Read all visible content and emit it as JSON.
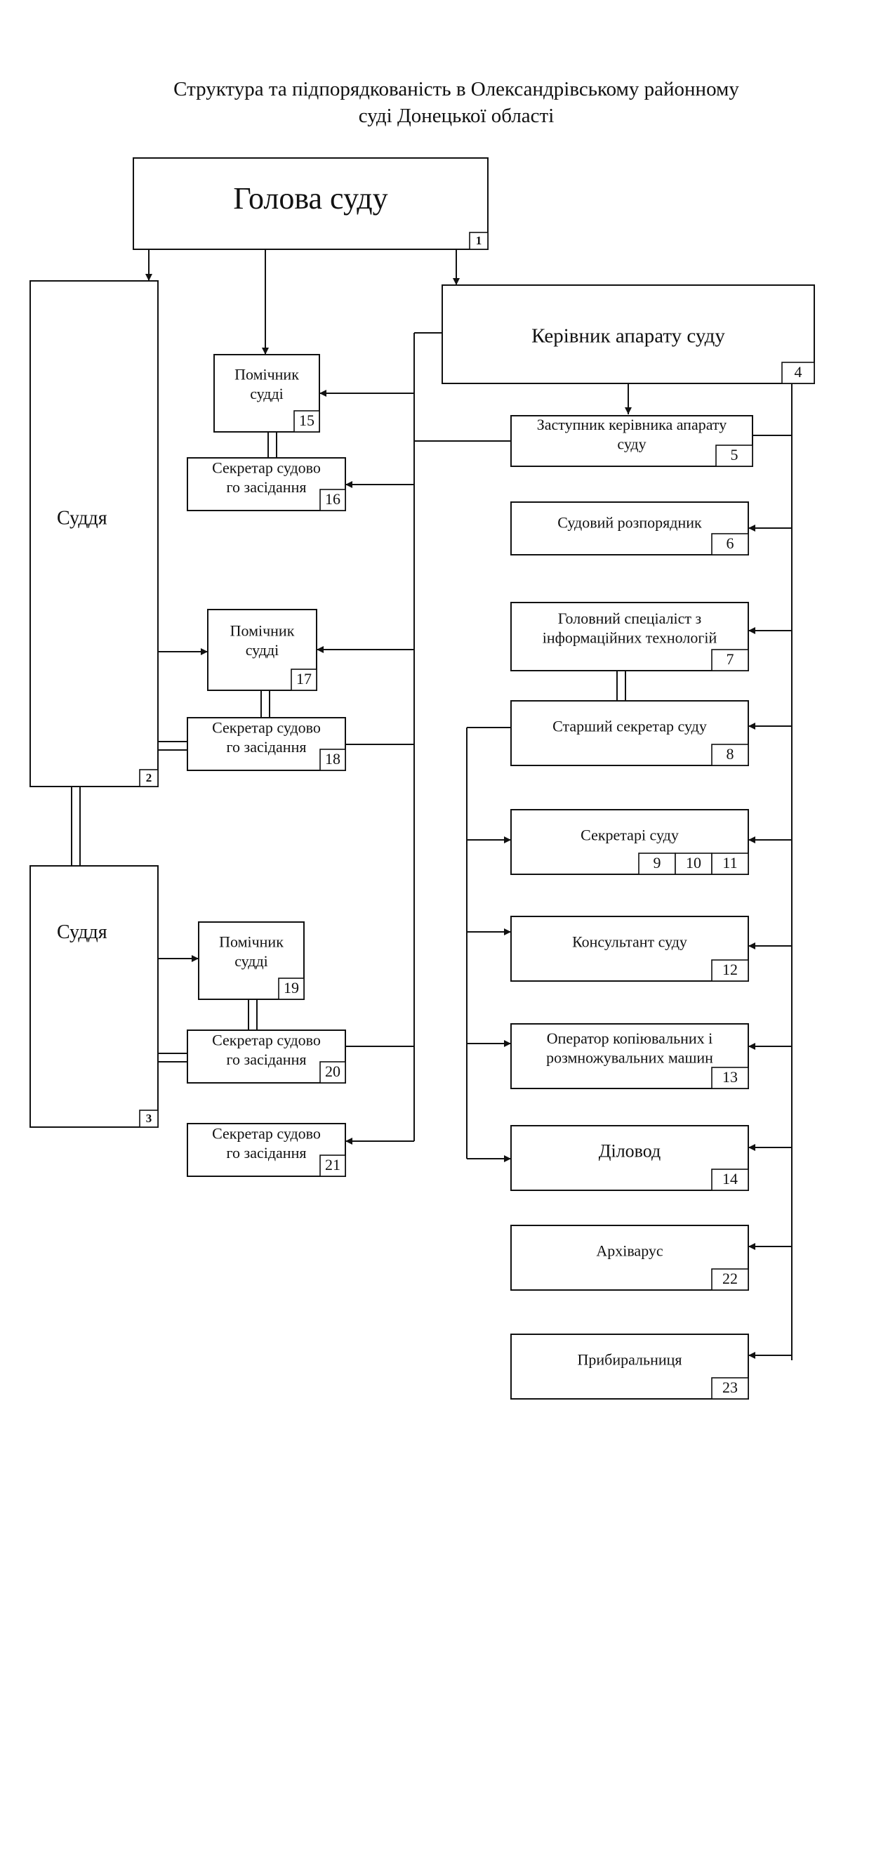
{
  "title_line1": "Структура та підпорядкованість в Олександрівському районному",
  "title_line2": "суді Донецької області",
  "nodes": [
    {
      "id": "head",
      "lines": [
        "Голова суду"
      ],
      "numbers": [
        "1"
      ]
    },
    {
      "id": "judge-2",
      "lines": [
        "Суддя"
      ],
      "numbers": [
        "2"
      ]
    },
    {
      "id": "judge-3",
      "lines": [
        "Суддя"
      ],
      "numbers": [
        "3"
      ]
    },
    {
      "id": "chief-of-staff",
      "lines": [
        "Керівник апарату суду"
      ],
      "numbers": [
        "4"
      ]
    },
    {
      "id": "deputy-chief",
      "lines": [
        "Заступник керівника апарату",
        "суду"
      ],
      "numbers": [
        "5"
      ]
    },
    {
      "id": "court-administrator",
      "lines": [
        "Судовий розпорядник"
      ],
      "numbers": [
        "6"
      ]
    },
    {
      "id": "it-specialist",
      "lines": [
        "Головний спеціаліст з",
        "інформаційних технологій"
      ],
      "numbers": [
        "7"
      ]
    },
    {
      "id": "senior-secretary",
      "lines": [
        "Старший секретар суду"
      ],
      "numbers": [
        "8"
      ]
    },
    {
      "id": "court-secretaries",
      "lines": [
        "Секретарі суду"
      ],
      "numbers": [
        "9",
        "10",
        "11"
      ]
    },
    {
      "id": "consultant",
      "lines": [
        "Консультант суду"
      ],
      "numbers": [
        "12"
      ]
    },
    {
      "id": "copy-operator",
      "lines": [
        "Оператор копіювальних і",
        "розмножувальних машин"
      ],
      "numbers": [
        "13"
      ]
    },
    {
      "id": "clerk",
      "lines": [
        "Діловод"
      ],
      "numbers": [
        "14"
      ]
    },
    {
      "id": "assistant-15",
      "lines": [
        "Помічник",
        "судді"
      ],
      "numbers": [
        "15"
      ]
    },
    {
      "id": "session-secretary-16",
      "lines": [
        "Секретар судово",
        "го засідання"
      ],
      "numbers": [
        "16"
      ]
    },
    {
      "id": "assistant-17",
      "lines": [
        "Помічник",
        "судді"
      ],
      "numbers": [
        "17"
      ]
    },
    {
      "id": "session-secretary-18",
      "lines": [
        "Секретар судово",
        "го засідання"
      ],
      "numbers": [
        "18"
      ]
    },
    {
      "id": "assistant-19",
      "lines": [
        "Помічник",
        "судді"
      ],
      "numbers": [
        "19"
      ]
    },
    {
      "id": "session-secretary-20",
      "lines": [
        "Секретар судово",
        "го засідання"
      ],
      "numbers": [
        "20"
      ]
    },
    {
      "id": "session-secretary-21",
      "lines": [
        "Секретар судово",
        "го засідання"
      ],
      "numbers": [
        "21"
      ]
    },
    {
      "id": "archivist",
      "lines": [
        "Архіварус"
      ],
      "numbers": [
        "22"
      ]
    },
    {
      "id": "cleaner",
      "lines": [
        "Прибиральниця"
      ],
      "numbers": [
        "23"
      ]
    }
  ]
}
